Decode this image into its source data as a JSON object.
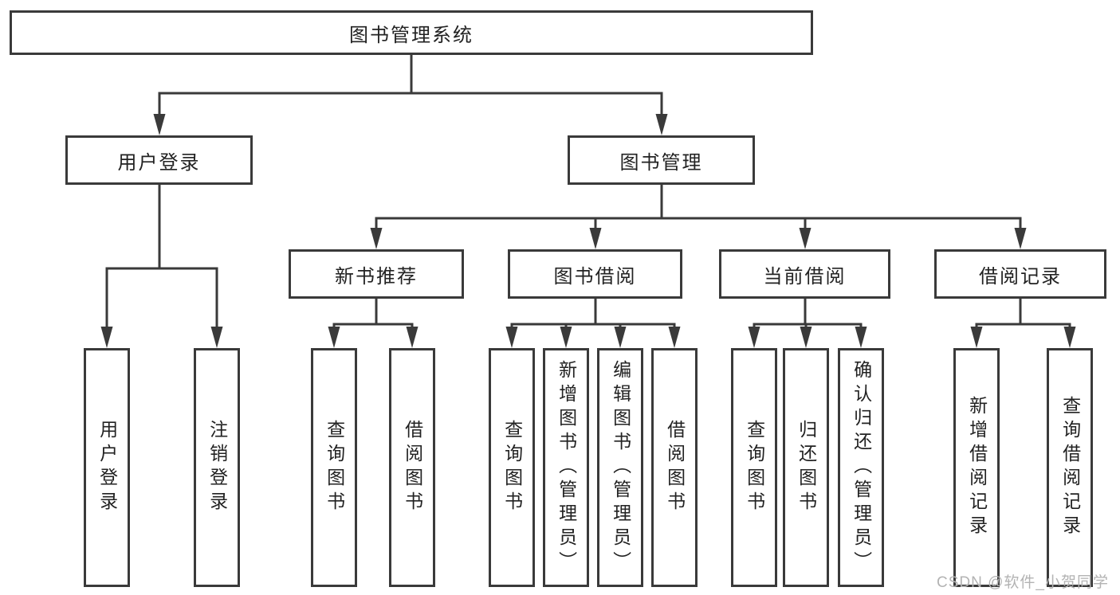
{
  "diagram": {
    "title_node_note": "functional decomposition tree of a library management system",
    "root": "图书管理系统",
    "branches": [
      {
        "label": "用户登录",
        "children": [
          {
            "label": "用户登录"
          },
          {
            "label": "注销登录"
          }
        ]
      },
      {
        "label": "图书管理",
        "children": [
          {
            "label": "新书推荐",
            "children": [
              {
                "label": "查询图书"
              },
              {
                "label": "借阅图书"
              }
            ]
          },
          {
            "label": "图书借阅",
            "children": [
              {
                "label": "查询图书"
              },
              {
                "label": "新增图书（管理员）"
              },
              {
                "label": "编辑图书（管理员）"
              },
              {
                "label": "借阅图书"
              }
            ]
          },
          {
            "label": "当前借阅",
            "children": [
              {
                "label": "查询图书"
              },
              {
                "label": "归还图书"
              },
              {
                "label": "确认归还（管理员）"
              }
            ]
          },
          {
            "label": "借阅记录",
            "children": [
              {
                "label": "新增借阅记录"
              },
              {
                "label": "查询借阅记录"
              }
            ]
          }
        ]
      }
    ]
  },
  "watermark": {
    "text": "CSDN @软件_小贺同学"
  },
  "colors": {
    "line": "#3a3a3a",
    "text": "#222222",
    "background": "#ffffff",
    "watermark": "#b3b3b3"
  }
}
